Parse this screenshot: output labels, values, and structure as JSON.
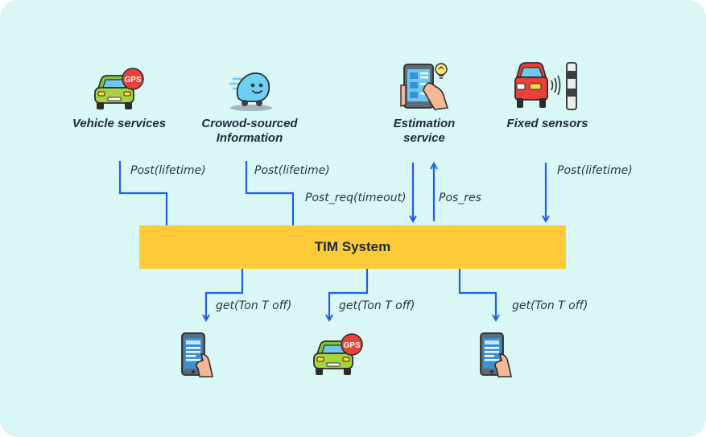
{
  "sources": [
    {
      "id": "vehicle",
      "label": "Vehicle services",
      "icon": "car-gps-icon"
    },
    {
      "id": "crowd",
      "label": "Crowod-sourced\nInformation",
      "icon": "waze-icon"
    },
    {
      "id": "estimation",
      "label": "Estimation\nservice",
      "icon": "tablet-hand-icon"
    },
    {
      "id": "fixed",
      "label": "Fixed sensors",
      "icon": "car-sensor-icon"
    }
  ],
  "system": {
    "label": "TIM System"
  },
  "edges": {
    "vehicle_post": "Post(lifetime)",
    "crowd_post": "Post(lifetime)",
    "est_req": "Post_req(timeout)",
    "est_res": "Pos_res",
    "fixed_post": "Post(lifetime)",
    "get1": "get(Ton T off)",
    "get2": "get(Ton T off)",
    "get3": "get(Ton T off)"
  },
  "consumers": [
    {
      "id": "phone1",
      "icon": "smartphone-hand-icon"
    },
    {
      "id": "car",
      "icon": "car-gps-icon"
    },
    {
      "id": "phone2",
      "icon": "smartphone-hand-icon"
    }
  ],
  "badge_text": "GPS",
  "colors": {
    "background": "#d9f8f5",
    "system_fill": "#fdcb3a",
    "arrow": "#1f5fe0",
    "text": "#1c2a39"
  }
}
